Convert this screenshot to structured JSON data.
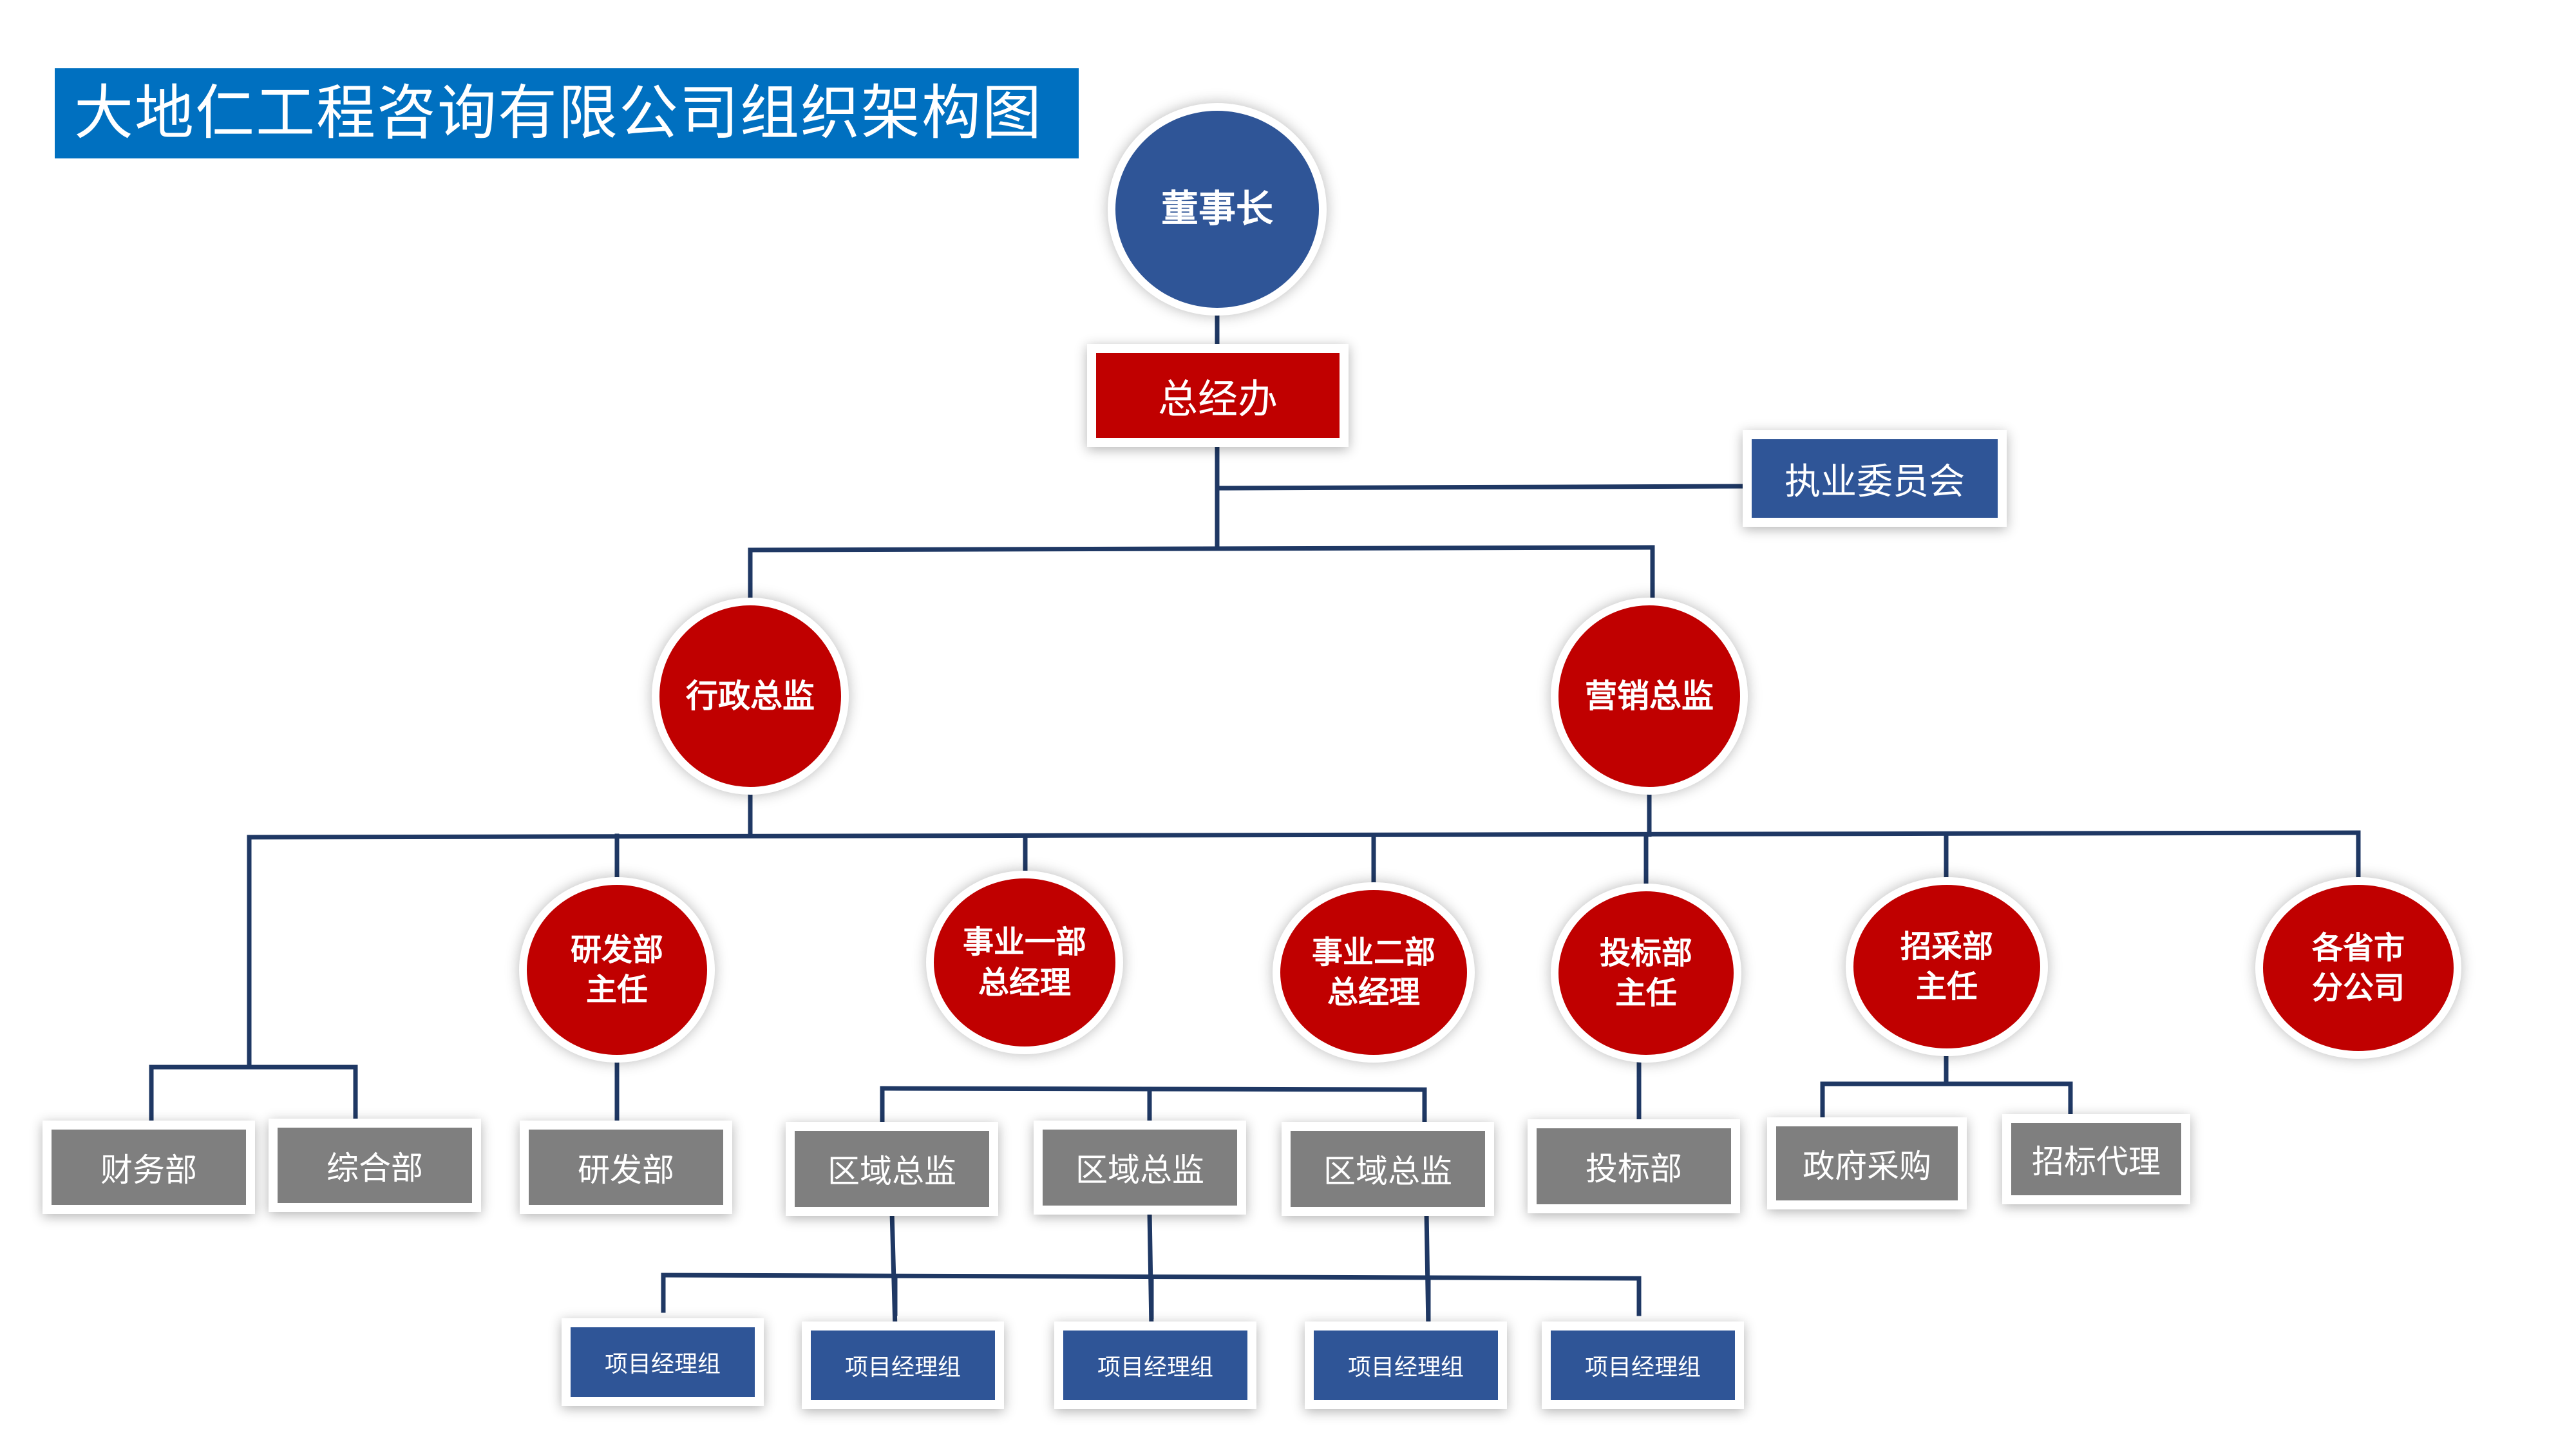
{
  "title": "大地仁工程咨询有限公司组织架构图",
  "colors": {
    "title_bg": "#0070c0",
    "executive_blue": "#2f5597",
    "manager_red": "#c00000",
    "department_gray": "#7f7f7f",
    "connector": "#1f3864"
  },
  "chairman": "董事长",
  "general_office": "总经办",
  "practice_committee": "执业委员会",
  "directors": {
    "admin": "行政总监",
    "marketing": "营销总监"
  },
  "managers": {
    "rd": "研发部\n主任",
    "biz1": "事业一部\n总经理",
    "biz2": "事业二部\n总经理",
    "bidding": "投标部\n主任",
    "procurement": "招采部\n主任",
    "branches": "各省市\n分公司"
  },
  "departments": {
    "finance": "财务部",
    "general_affairs": "综合部",
    "rd": "研发部",
    "region1": "区域总监",
    "region2": "区域总监",
    "region3": "区域总监",
    "bidding": "投标部",
    "gov_procurement": "政府采购",
    "tender_agency": "招标代理"
  },
  "project_groups": [
    "项目经理组",
    "项目经理组",
    "项目经理组",
    "项目经理组",
    "项目经理组"
  ]
}
